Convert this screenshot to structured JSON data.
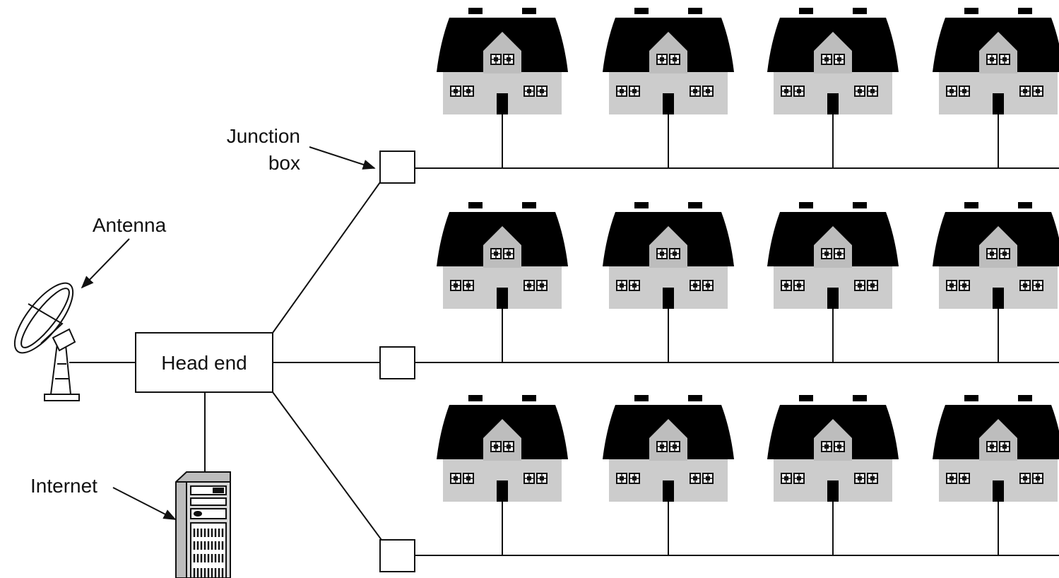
{
  "labels": {
    "junction_line1": "Junction",
    "junction_line2": "box",
    "antenna": "Antenna",
    "head_end": "Head end",
    "internet": "Internet"
  },
  "colors": {
    "line": "#111111",
    "roof": "#000000",
    "house_body": "#cccccc",
    "gable": "#bdbdbd",
    "door": "#000000"
  },
  "rows": [
    {
      "houses": 4
    },
    {
      "houses": 4
    },
    {
      "houses": 4
    }
  ]
}
